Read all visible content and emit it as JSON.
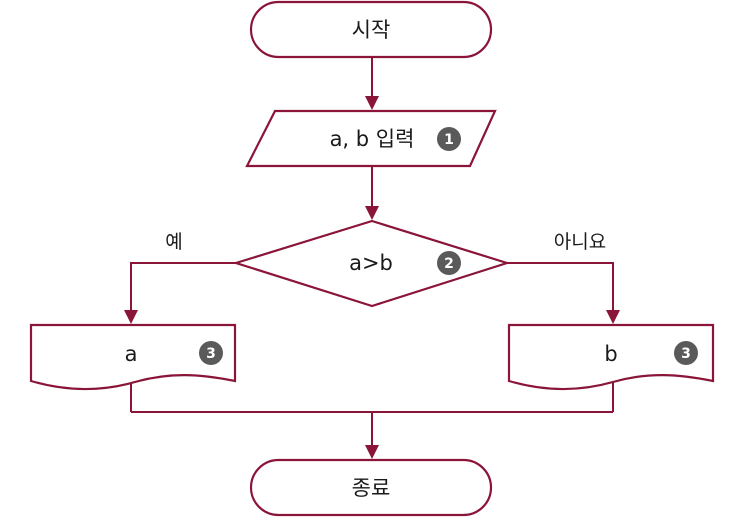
{
  "nodes": {
    "start": "시작",
    "input": "a, b 입력",
    "decision": "a>b",
    "output_a": "a",
    "output_b": "b",
    "end": "종료"
  },
  "branches": {
    "yes": "예",
    "no": "아니요"
  },
  "badges": {
    "input": "1",
    "decision": "2",
    "output_a": "3",
    "output_b": "3"
  },
  "colors": {
    "stroke": "#8a1538",
    "badge": "#5a5a5a"
  }
}
